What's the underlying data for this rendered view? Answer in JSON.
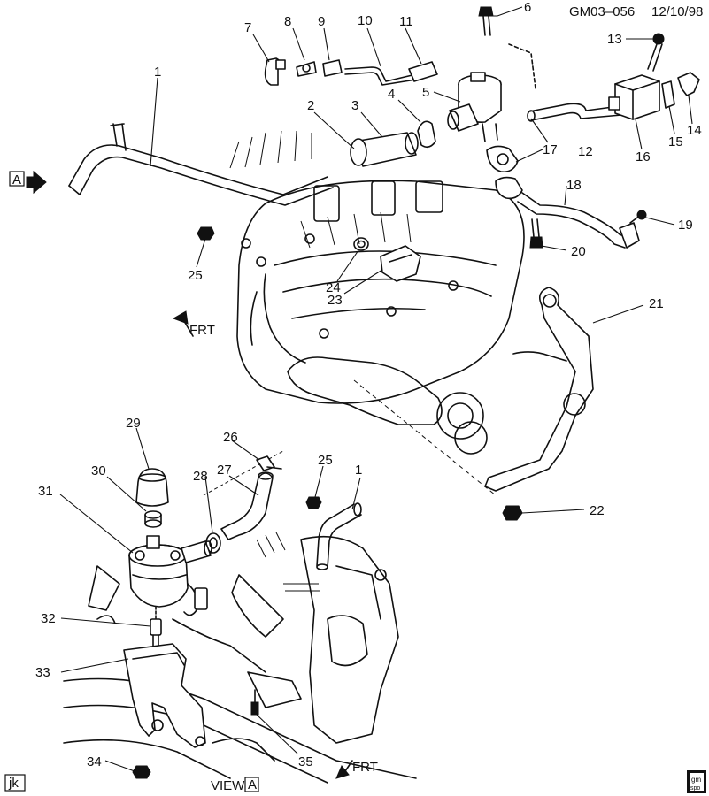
{
  "header": {
    "drawing_id": "GM03–056",
    "date": "12/10/98"
  },
  "view_label": "VIEW",
  "view_marker": "A",
  "view_arrow_marker": "A",
  "front_indicator_upper": "FRT",
  "front_indicator_lower": "FRT",
  "initials": "jk",
  "logo": {
    "top": "gm",
    "bottom": "spo"
  },
  "callouts": [
    "1",
    "2",
    "3",
    "4",
    "5",
    "6",
    "7",
    "8",
    "9",
    "10",
    "11",
    "12",
    "13",
    "14",
    "15",
    "16",
    "17",
    "18",
    "19",
    "20",
    "21",
    "22",
    "23",
    "24",
    "25",
    "25",
    "26",
    "27",
    "28",
    "29",
    "30",
    "31",
    "32",
    "33",
    "34",
    "35",
    "1"
  ]
}
